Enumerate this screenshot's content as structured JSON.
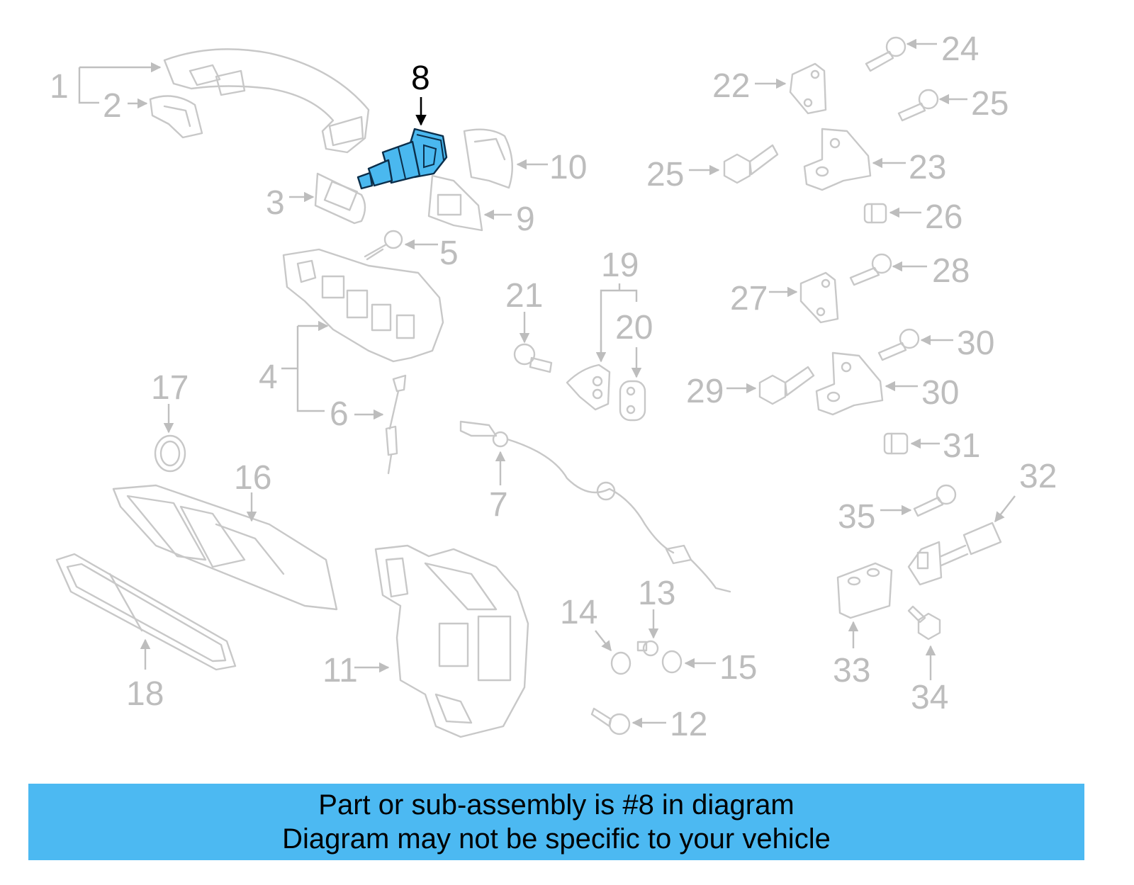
{
  "highlight": {
    "part_number": "8",
    "color": "#4cb9f2"
  },
  "callouts": [
    "1",
    "2",
    "3",
    "4",
    "5",
    "6",
    "7",
    "8",
    "9",
    "10",
    "11",
    "12",
    "13",
    "14",
    "15",
    "16",
    "17",
    "18",
    "19",
    "20",
    "21",
    "22",
    "23",
    "24",
    "25",
    "25",
    "26",
    "27",
    "28",
    "29",
    "30",
    "30",
    "31",
    "32",
    "33",
    "34",
    "35"
  ],
  "banner": {
    "line1": "Part or sub-assembly is #8 in diagram",
    "line2": "Diagram may not be specific to your vehicle",
    "background": "#4cb9f2"
  }
}
